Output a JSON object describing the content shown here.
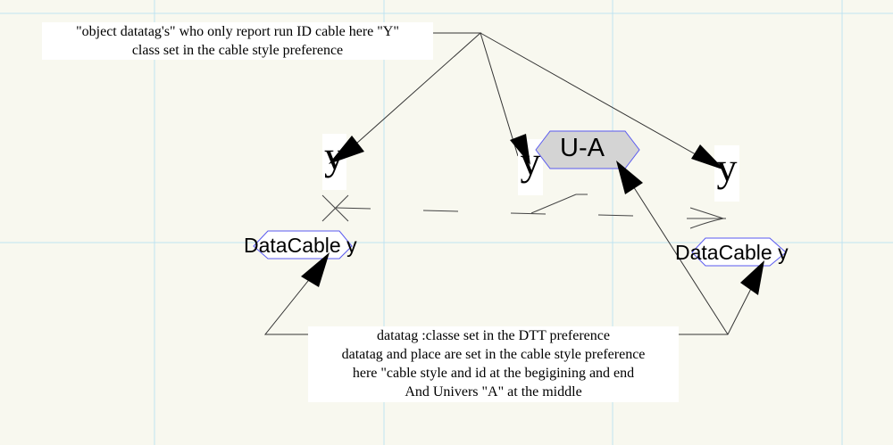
{
  "notes": {
    "top": [
      "\"object datatag's\" who only report run ID  cable here \"Y\"",
      "class set in the cable style preference"
    ],
    "bottom": [
      "datatag :classe set in the DTT preference",
      "datatag and place are set in the cable style preference",
      "here \"cable style and id at the begigining and end",
      "And Univers \"A\" at the middle"
    ]
  },
  "object_tags": [
    "y",
    "y",
    "y"
  ],
  "cable_tags": {
    "start": "DataCable y",
    "middle": "U-A",
    "end": "DataCable y"
  },
  "colors": {
    "background": "#f8f8ef",
    "grid": "#bfe3f2",
    "tag_outline": "#5a5af0",
    "middle_fill": "#d4d4d4"
  }
}
